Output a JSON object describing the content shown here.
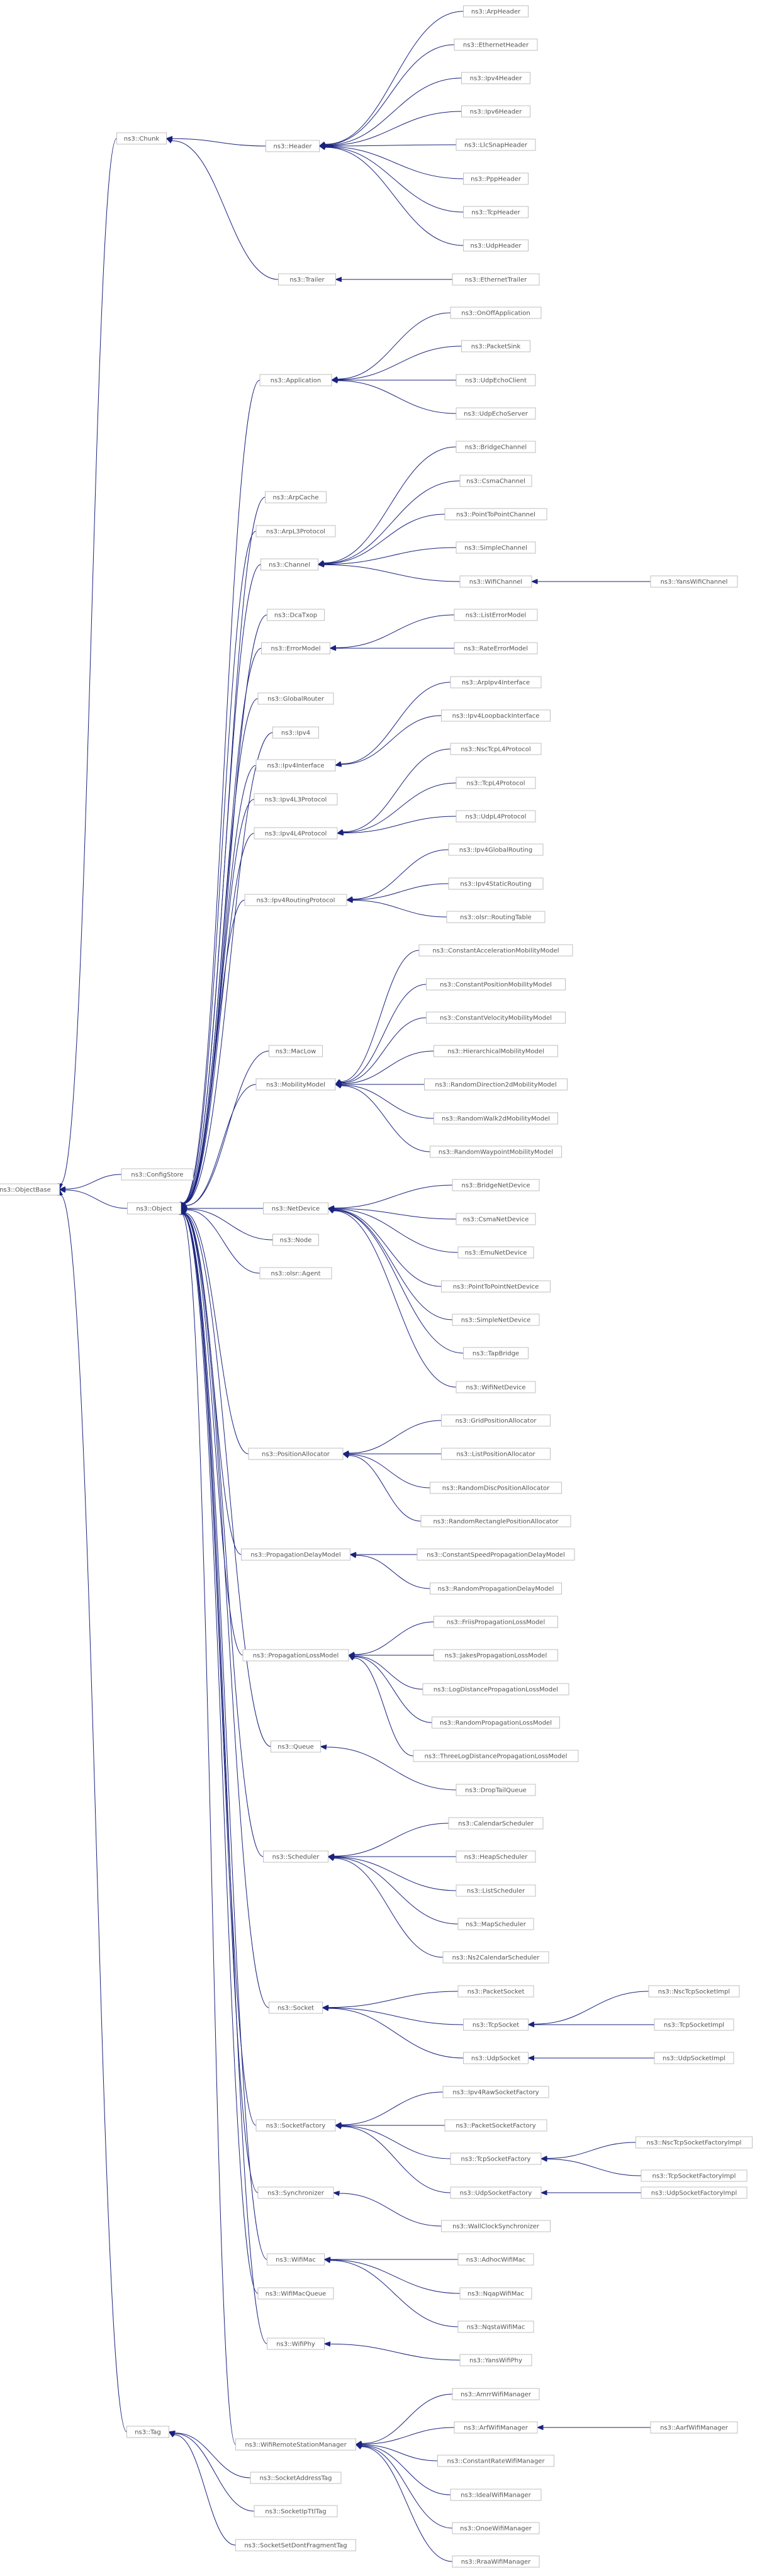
{
  "diagram": {
    "type": "class-inheritance-graph",
    "nodes": [
      {
        "id": "ObjectBase",
        "label": "ns3::ObjectBase"
      },
      {
        "id": "Chunk",
        "label": "ns3::Chunk"
      },
      {
        "id": "ConfigStore",
        "label": "ns3::ConfigStore"
      },
      {
        "id": "Object",
        "label": "ns3::Object"
      },
      {
        "id": "Tag",
        "label": "ns3::Tag"
      },
      {
        "id": "Header",
        "label": "ns3::Header"
      },
      {
        "id": "Trailer",
        "label": "ns3::Trailer"
      },
      {
        "id": "ArpHeader",
        "label": "ns3::ArpHeader"
      },
      {
        "id": "EthernetHeader",
        "label": "ns3::EthernetHeader"
      },
      {
        "id": "Ipv4Header",
        "label": "ns3::Ipv4Header"
      },
      {
        "id": "Ipv6Header",
        "label": "ns3::Ipv6Header"
      },
      {
        "id": "LlcSnapHeader",
        "label": "ns3::LlcSnapHeader"
      },
      {
        "id": "PppHeader",
        "label": "ns3::PppHeader"
      },
      {
        "id": "TcpHeader",
        "label": "ns3::TcpHeader"
      },
      {
        "id": "UdpHeader",
        "label": "ns3::UdpHeader"
      },
      {
        "id": "EthernetTrailer",
        "label": "ns3::EthernetTrailer"
      },
      {
        "id": "Application",
        "label": "ns3::Application"
      },
      {
        "id": "OnOffApplication",
        "label": "ns3::OnOffApplication"
      },
      {
        "id": "PacketSink",
        "label": "ns3::PacketSink"
      },
      {
        "id": "UdpEchoClient",
        "label": "ns3::UdpEchoClient"
      },
      {
        "id": "UdpEchoServer",
        "label": "ns3::UdpEchoServer"
      },
      {
        "id": "ArpCache",
        "label": "ns3::ArpCache"
      },
      {
        "id": "ArpL3Protocol",
        "label": "ns3::ArpL3Protocol"
      },
      {
        "id": "Channel",
        "label": "ns3::Channel"
      },
      {
        "id": "BridgeChannel",
        "label": "ns3::BridgeChannel"
      },
      {
        "id": "CsmaChannel",
        "label": "ns3::CsmaChannel"
      },
      {
        "id": "PointToPointChannel",
        "label": "ns3::PointToPointChannel"
      },
      {
        "id": "SimpleChannel",
        "label": "ns3::SimpleChannel"
      },
      {
        "id": "WifiChannel",
        "label": "ns3::WifiChannel"
      },
      {
        "id": "YansWifiChannel",
        "label": "ns3::YansWifiChannel"
      },
      {
        "id": "DcaTxop",
        "label": "ns3::DcaTxop"
      },
      {
        "id": "ErrorModel",
        "label": "ns3::ErrorModel"
      },
      {
        "id": "ListErrorModel",
        "label": "ns3::ListErrorModel"
      },
      {
        "id": "RateErrorModel",
        "label": "ns3::RateErrorModel"
      },
      {
        "id": "GlobalRouter",
        "label": "ns3::GlobalRouter"
      },
      {
        "id": "Ipv4",
        "label": "ns3::Ipv4"
      },
      {
        "id": "Ipv4Interface",
        "label": "ns3::Ipv4Interface"
      },
      {
        "id": "ArpIpv4Interface",
        "label": "ns3::ArpIpv4Interface"
      },
      {
        "id": "Ipv4LoopbackInterface",
        "label": "ns3::Ipv4LoopbackInterface"
      },
      {
        "id": "Ipv4L3Protocol",
        "label": "ns3::Ipv4L3Protocol"
      },
      {
        "id": "Ipv4L4Protocol",
        "label": "ns3::Ipv4L4Protocol"
      },
      {
        "id": "NscTcpL4Protocol",
        "label": "ns3::NscTcpL4Protocol"
      },
      {
        "id": "TcpL4Protocol",
        "label": "ns3::TcpL4Protocol"
      },
      {
        "id": "UdpL4Protocol",
        "label": "ns3::UdpL4Protocol"
      },
      {
        "id": "Ipv4RoutingProtocol",
        "label": "ns3::Ipv4RoutingProtocol"
      },
      {
        "id": "Ipv4GlobalRouting",
        "label": "ns3::Ipv4GlobalRouting"
      },
      {
        "id": "Ipv4StaticRouting",
        "label": "ns3::Ipv4StaticRouting"
      },
      {
        "id": "OlsrRoutingTable",
        "label": "ns3::olsr::RoutingTable"
      },
      {
        "id": "MacLow",
        "label": "ns3::MacLow"
      },
      {
        "id": "MobilityModel",
        "label": "ns3::MobilityModel"
      },
      {
        "id": "ConstantAccelerationMobilityModel",
        "label": "ns3::ConstantAccelerationMobilityModel"
      },
      {
        "id": "ConstantPositionMobilityModel",
        "label": "ns3::ConstantPositionMobilityModel"
      },
      {
        "id": "ConstantVelocityMobilityModel",
        "label": "ns3::ConstantVelocityMobilityModel"
      },
      {
        "id": "HierarchicalMobilityModel",
        "label": "ns3::HierarchicalMobilityModel"
      },
      {
        "id": "RandomDirection2dMobilityModel",
        "label": "ns3::RandomDirection2dMobilityModel"
      },
      {
        "id": "RandomWalk2dMobilityModel",
        "label": "ns3::RandomWalk2dMobilityModel"
      },
      {
        "id": "RandomWaypointMobilityModel",
        "label": "ns3::RandomWaypointMobilityModel"
      },
      {
        "id": "NetDevice",
        "label": "ns3::NetDevice"
      },
      {
        "id": "BridgeNetDevice",
        "label": "ns3::BridgeNetDevice"
      },
      {
        "id": "CsmaNetDevice",
        "label": "ns3::CsmaNetDevice"
      },
      {
        "id": "EmuNetDevice",
        "label": "ns3::EmuNetDevice"
      },
      {
        "id": "PointToPointNetDevice",
        "label": "ns3::PointToPointNetDevice"
      },
      {
        "id": "SimpleNetDevice",
        "label": "ns3::SimpleNetDevice"
      },
      {
        "id": "TapBridge",
        "label": "ns3::TapBridge"
      },
      {
        "id": "WifiNetDevice",
        "label": "ns3::WifiNetDevice"
      },
      {
        "id": "Node",
        "label": "ns3::Node"
      },
      {
        "id": "OlsrAgent",
        "label": "ns3::olsr::Agent"
      },
      {
        "id": "PositionAllocator",
        "label": "ns3::PositionAllocator"
      },
      {
        "id": "GridPositionAllocator",
        "label": "ns3::GridPositionAllocator"
      },
      {
        "id": "ListPositionAllocator",
        "label": "ns3::ListPositionAllocator"
      },
      {
        "id": "RandomDiscPositionAllocator",
        "label": "ns3::RandomDiscPositionAllocator"
      },
      {
        "id": "RandomRectanglePositionAllocator",
        "label": "ns3::RandomRectanglePositionAllocator"
      },
      {
        "id": "PropagationDelayModel",
        "label": "ns3::PropagationDelayModel"
      },
      {
        "id": "ConstantSpeedPropagationDelayModel",
        "label": "ns3::ConstantSpeedPropagationDelayModel"
      },
      {
        "id": "RandomPropagationDelayModel",
        "label": "ns3::RandomPropagationDelayModel"
      },
      {
        "id": "PropagationLossModel",
        "label": "ns3::PropagationLossModel"
      },
      {
        "id": "FriisPropagationLossModel",
        "label": "ns3::FriisPropagationLossModel"
      },
      {
        "id": "JakesPropagationLossModel",
        "label": "ns3::JakesPropagationLossModel"
      },
      {
        "id": "LogDistancePropagationLossModel",
        "label": "ns3::LogDistancePropagationLossModel"
      },
      {
        "id": "RandomPropagationLossModel",
        "label": "ns3::RandomPropagationLossModel"
      },
      {
        "id": "ThreeLogDistancePropagationLossModel",
        "label": "ns3::ThreeLogDistancePropagationLossModel"
      },
      {
        "id": "Queue",
        "label": "ns3::Queue"
      },
      {
        "id": "DropTailQueue",
        "label": "ns3::DropTailQueue"
      },
      {
        "id": "Scheduler",
        "label": "ns3::Scheduler"
      },
      {
        "id": "CalendarScheduler",
        "label": "ns3::CalendarScheduler"
      },
      {
        "id": "HeapScheduler",
        "label": "ns3::HeapScheduler"
      },
      {
        "id": "ListScheduler",
        "label": "ns3::ListScheduler"
      },
      {
        "id": "MapScheduler",
        "label": "ns3::MapScheduler"
      },
      {
        "id": "Ns2CalendarScheduler",
        "label": "ns3::Ns2CalendarScheduler"
      },
      {
        "id": "Socket",
        "label": "ns3::Socket"
      },
      {
        "id": "PacketSocket",
        "label": "ns3::PacketSocket"
      },
      {
        "id": "TcpSocket",
        "label": "ns3::TcpSocket"
      },
      {
        "id": "UdpSocket",
        "label": "ns3::UdpSocket"
      },
      {
        "id": "NscTcpSocketImpl",
        "label": "ns3::NscTcpSocketImpl"
      },
      {
        "id": "TcpSocketImpl",
        "label": "ns3::TcpSocketImpl"
      },
      {
        "id": "UdpSocketImpl",
        "label": "ns3::UdpSocketImpl"
      },
      {
        "id": "SocketFactory",
        "label": "ns3::SocketFactory"
      },
      {
        "id": "Ipv4RawSocketFactory",
        "label": "ns3::Ipv4RawSocketFactory"
      },
      {
        "id": "PacketSocketFactory",
        "label": "ns3::PacketSocketFactory"
      },
      {
        "id": "TcpSocketFactory",
        "label": "ns3::TcpSocketFactory"
      },
      {
        "id": "UdpSocketFactory",
        "label": "ns3::UdpSocketFactory"
      },
      {
        "id": "NscTcpSocketFactoryImpl",
        "label": "ns3::NscTcpSocketFactoryImpl"
      },
      {
        "id": "TcpSocketFactoryImpl",
        "label": "ns3::TcpSocketFactoryImpl"
      },
      {
        "id": "UdpSocketFactoryImpl",
        "label": "ns3::UdpSocketFactoryImpl"
      },
      {
        "id": "Synchronizer",
        "label": "ns3::Synchronizer"
      },
      {
        "id": "WallClockSynchronizer",
        "label": "ns3::WallClockSynchronizer"
      },
      {
        "id": "WifiMac",
        "label": "ns3::WifiMac"
      },
      {
        "id": "AdhocWifiMac",
        "label": "ns3::AdhocWifiMac"
      },
      {
        "id": "NqapWifiMac",
        "label": "ns3::NqapWifiMac"
      },
      {
        "id": "NqstaWifiMac",
        "label": "ns3::NqstaWifiMac"
      },
      {
        "id": "WifiMacQueue",
        "label": "ns3::WifiMacQueue"
      },
      {
        "id": "WifiPhy",
        "label": "ns3::WifiPhy"
      },
      {
        "id": "YansWifiPhy",
        "label": "ns3::YansWifiPhy"
      },
      {
        "id": "WifiRemoteStationManager",
        "label": "ns3::WifiRemoteStationManager"
      },
      {
        "id": "AmrrWifiManager",
        "label": "ns3::AmrrWifiManager"
      },
      {
        "id": "ArfWifiManager",
        "label": "ns3::ArfWifiManager"
      },
      {
        "id": "AarfWifiManager",
        "label": "ns3::AarfWifiManager"
      },
      {
        "id": "ConstantRateWifiManager",
        "label": "ns3::ConstantRateWifiManager"
      },
      {
        "id": "IdealWifiManager",
        "label": "ns3::IdealWifiManager"
      },
      {
        "id": "OnoeWifiManager",
        "label": "ns3::OnoeWifiManager"
      },
      {
        "id": "RraaWifiManager",
        "label": "ns3::RraaWifiManager"
      },
      {
        "id": "SocketAddressTag",
        "label": "ns3::SocketAddressTag"
      },
      {
        "id": "SocketIpTtlTag",
        "label": "ns3::SocketIpTtlTag"
      },
      {
        "id": "SocketSetDontFragmentTag",
        "label": "ns3::SocketSetDontFragmentTag"
      }
    ],
    "edges": [
      [
        "ObjectBase",
        "Chunk"
      ],
      [
        "ObjectBase",
        "ConfigStore"
      ],
      [
        "ObjectBase",
        "Object"
      ],
      [
        "ObjectBase",
        "Tag"
      ],
      [
        "Chunk",
        "Header"
      ],
      [
        "Chunk",
        "Trailer"
      ],
      [
        "Header",
        "ArpHeader"
      ],
      [
        "Header",
        "EthernetHeader"
      ],
      [
        "Header",
        "Ipv4Header"
      ],
      [
        "Header",
        "Ipv6Header"
      ],
      [
        "Header",
        "LlcSnapHeader"
      ],
      [
        "Header",
        "PppHeader"
      ],
      [
        "Header",
        "TcpHeader"
      ],
      [
        "Header",
        "UdpHeader"
      ],
      [
        "Trailer",
        "EthernetTrailer"
      ],
      [
        "Object",
        "Application"
      ],
      [
        "Object",
        "ArpCache"
      ],
      [
        "Object",
        "ArpL3Protocol"
      ],
      [
        "Object",
        "Channel"
      ],
      [
        "Object",
        "DcaTxop"
      ],
      [
        "Object",
        "ErrorModel"
      ],
      [
        "Object",
        "GlobalRouter"
      ],
      [
        "Object",
        "Ipv4"
      ],
      [
        "Object",
        "Ipv4Interface"
      ],
      [
        "Object",
        "Ipv4L3Protocol"
      ],
      [
        "Object",
        "Ipv4L4Protocol"
      ],
      [
        "Object",
        "Ipv4RoutingProtocol"
      ],
      [
        "Object",
        "MacLow"
      ],
      [
        "Object",
        "MobilityModel"
      ],
      [
        "Object",
        "NetDevice"
      ],
      [
        "Object",
        "Node"
      ],
      [
        "Object",
        "OlsrAgent"
      ],
      [
        "Object",
        "PositionAllocator"
      ],
      [
        "Object",
        "PropagationDelayModel"
      ],
      [
        "Object",
        "PropagationLossModel"
      ],
      [
        "Object",
        "Queue"
      ],
      [
        "Object",
        "Scheduler"
      ],
      [
        "Object",
        "Socket"
      ],
      [
        "Object",
        "SocketFactory"
      ],
      [
        "Object",
        "Synchronizer"
      ],
      [
        "Object",
        "WifiMac"
      ],
      [
        "Object",
        "WifiMacQueue"
      ],
      [
        "Object",
        "WifiPhy"
      ],
      [
        "Object",
        "WifiRemoteStationManager"
      ],
      [
        "Application",
        "OnOffApplication"
      ],
      [
        "Application",
        "PacketSink"
      ],
      [
        "Application",
        "UdpEchoClient"
      ],
      [
        "Application",
        "UdpEchoServer"
      ],
      [
        "Channel",
        "BridgeChannel"
      ],
      [
        "Channel",
        "CsmaChannel"
      ],
      [
        "Channel",
        "PointToPointChannel"
      ],
      [
        "Channel",
        "SimpleChannel"
      ],
      [
        "Channel",
        "WifiChannel"
      ],
      [
        "WifiChannel",
        "YansWifiChannel"
      ],
      [
        "ErrorModel",
        "ListErrorModel"
      ],
      [
        "ErrorModel",
        "RateErrorModel"
      ],
      [
        "Ipv4Interface",
        "ArpIpv4Interface"
      ],
      [
        "Ipv4Interface",
        "Ipv4LoopbackInterface"
      ],
      [
        "Ipv4L4Protocol",
        "NscTcpL4Protocol"
      ],
      [
        "Ipv4L4Protocol",
        "TcpL4Protocol"
      ],
      [
        "Ipv4L4Protocol",
        "UdpL4Protocol"
      ],
      [
        "Ipv4RoutingProtocol",
        "Ipv4GlobalRouting"
      ],
      [
        "Ipv4RoutingProtocol",
        "Ipv4StaticRouting"
      ],
      [
        "Ipv4RoutingProtocol",
        "OlsrRoutingTable"
      ],
      [
        "MobilityModel",
        "ConstantAccelerationMobilityModel"
      ],
      [
        "MobilityModel",
        "ConstantPositionMobilityModel"
      ],
      [
        "MobilityModel",
        "ConstantVelocityMobilityModel"
      ],
      [
        "MobilityModel",
        "HierarchicalMobilityModel"
      ],
      [
        "MobilityModel",
        "RandomDirection2dMobilityModel"
      ],
      [
        "MobilityModel",
        "RandomWalk2dMobilityModel"
      ],
      [
        "MobilityModel",
        "RandomWaypointMobilityModel"
      ],
      [
        "NetDevice",
        "BridgeNetDevice"
      ],
      [
        "NetDevice",
        "CsmaNetDevice"
      ],
      [
        "NetDevice",
        "EmuNetDevice"
      ],
      [
        "NetDevice",
        "PointToPointNetDevice"
      ],
      [
        "NetDevice",
        "SimpleNetDevice"
      ],
      [
        "NetDevice",
        "TapBridge"
      ],
      [
        "NetDevice",
        "WifiNetDevice"
      ],
      [
        "PositionAllocator",
        "GridPositionAllocator"
      ],
      [
        "PositionAllocator",
        "ListPositionAllocator"
      ],
      [
        "PositionAllocator",
        "RandomDiscPositionAllocator"
      ],
      [
        "PositionAllocator",
        "RandomRectanglePositionAllocator"
      ],
      [
        "PropagationDelayModel",
        "ConstantSpeedPropagationDelayModel"
      ],
      [
        "PropagationDelayModel",
        "RandomPropagationDelayModel"
      ],
      [
        "PropagationLossModel",
        "FriisPropagationLossModel"
      ],
      [
        "PropagationLossModel",
        "JakesPropagationLossModel"
      ],
      [
        "PropagationLossModel",
        "LogDistancePropagationLossModel"
      ],
      [
        "PropagationLossModel",
        "RandomPropagationLossModel"
      ],
      [
        "PropagationLossModel",
        "ThreeLogDistancePropagationLossModel"
      ],
      [
        "Queue",
        "DropTailQueue"
      ],
      [
        "Scheduler",
        "CalendarScheduler"
      ],
      [
        "Scheduler",
        "HeapScheduler"
      ],
      [
        "Scheduler",
        "ListScheduler"
      ],
      [
        "Scheduler",
        "MapScheduler"
      ],
      [
        "Scheduler",
        "Ns2CalendarScheduler"
      ],
      [
        "Socket",
        "PacketSocket"
      ],
      [
        "Socket",
        "TcpSocket"
      ],
      [
        "Socket",
        "UdpSocket"
      ],
      [
        "TcpSocket",
        "NscTcpSocketImpl"
      ],
      [
        "TcpSocket",
        "TcpSocketImpl"
      ],
      [
        "UdpSocket",
        "UdpSocketImpl"
      ],
      [
        "SocketFactory",
        "Ipv4RawSocketFactory"
      ],
      [
        "SocketFactory",
        "PacketSocketFactory"
      ],
      [
        "SocketFactory",
        "TcpSocketFactory"
      ],
      [
        "SocketFactory",
        "UdpSocketFactory"
      ],
      [
        "TcpSocketFactory",
        "NscTcpSocketFactoryImpl"
      ],
      [
        "TcpSocketFactory",
        "TcpSocketFactoryImpl"
      ],
      [
        "UdpSocketFactory",
        "UdpSocketFactoryImpl"
      ],
      [
        "Synchronizer",
        "WallClockSynchronizer"
      ],
      [
        "WifiMac",
        "AdhocWifiMac"
      ],
      [
        "WifiMac",
        "NqapWifiMac"
      ],
      [
        "WifiMac",
        "NqstaWifiMac"
      ],
      [
        "WifiPhy",
        "YansWifiPhy"
      ],
      [
        "WifiRemoteStationManager",
        "AmrrWifiManager"
      ],
      [
        "WifiRemoteStationManager",
        "ArfWifiManager"
      ],
      [
        "ArfWifiManager",
        "AarfWifiManager"
      ],
      [
        "WifiRemoteStationManager",
        "ConstantRateWifiManager"
      ],
      [
        "WifiRemoteStationManager",
        "IdealWifiManager"
      ],
      [
        "WifiRemoteStationManager",
        "OnoeWifiManager"
      ],
      [
        "WifiRemoteStationManager",
        "RraaWifiManager"
      ],
      [
        "Tag",
        "SocketAddressTag"
      ],
      [
        "Tag",
        "SocketIpTtlTag"
      ],
      [
        "Tag",
        "SocketSetDontFragmentTag"
      ]
    ],
    "colors": {
      "edge": "#1a237e",
      "node_border": "#bfbfbf",
      "text": "#555555",
      "background": "#ffffff"
    }
  }
}
